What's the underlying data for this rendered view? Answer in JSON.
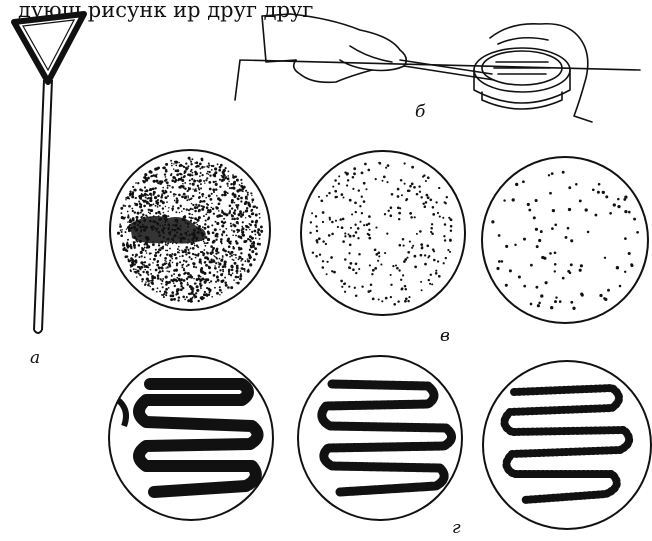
{
  "header_text": "дующ    рисунк       ир         друг    друг",
  "labels": {
    "a": "а",
    "b": "б",
    "v": "в",
    "g": "г"
  },
  "panels": {
    "v": [
      {
        "pattern": "dense-dots-with-blotch"
      },
      {
        "pattern": "medium-dots"
      },
      {
        "pattern": "sparse-dots"
      }
    ],
    "g": [
      {
        "pattern": "thick-streak-zigzag"
      },
      {
        "pattern": "medium-streak-zigzag"
      },
      {
        "pattern": "dotted-streak-zigzag"
      }
    ]
  },
  "colors": {
    "ink": "#111111",
    "background": "#ffffff"
  }
}
